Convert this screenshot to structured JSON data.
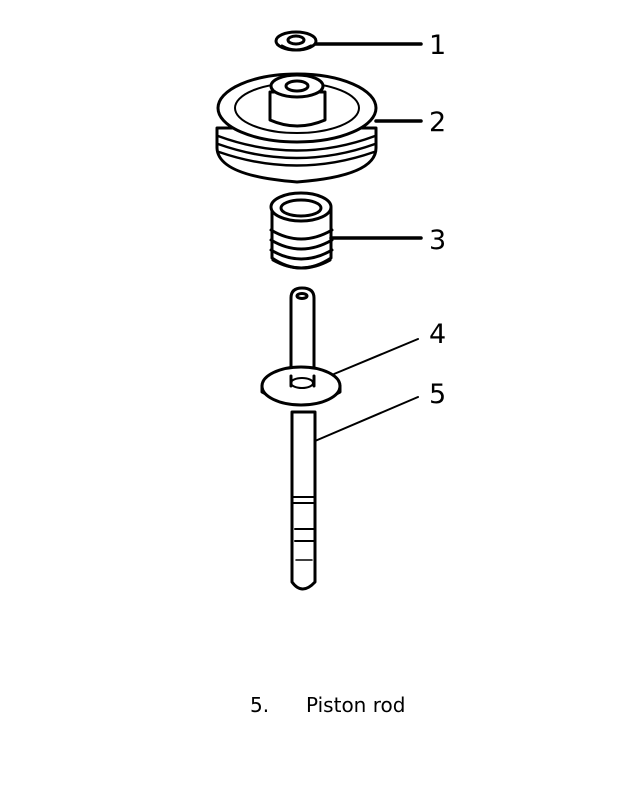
{
  "diagram": {
    "callouts": [
      "1",
      "2",
      "3",
      "4",
      "5"
    ]
  },
  "caption": {
    "number": "5.",
    "text": "Piston rod"
  }
}
